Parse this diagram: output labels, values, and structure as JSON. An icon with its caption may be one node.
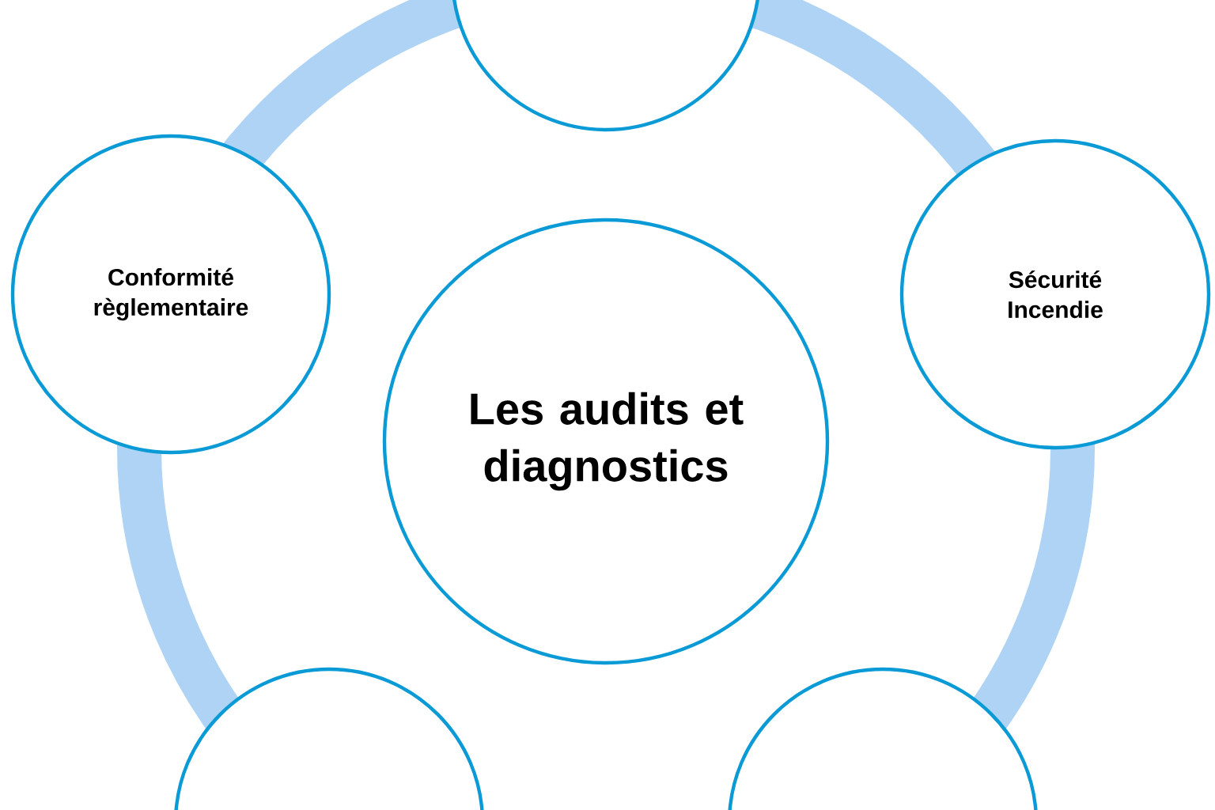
{
  "diagram": {
    "nodes": [
      {
        "text": [
          "Les audits et diagnostics"
        ]
      },
      {
        "text": [],
        "shape": "circle"
      },
      {
        "text": [
          "Sécurité Incendie"
        ]
      },
      {
        "text": [],
        "shape": "circle"
      },
      {
        "text": [],
        "shape": "circle"
      },
      {
        "text": [
          "Conformité règlementaire"
        ]
      }
    ]
  }
}
